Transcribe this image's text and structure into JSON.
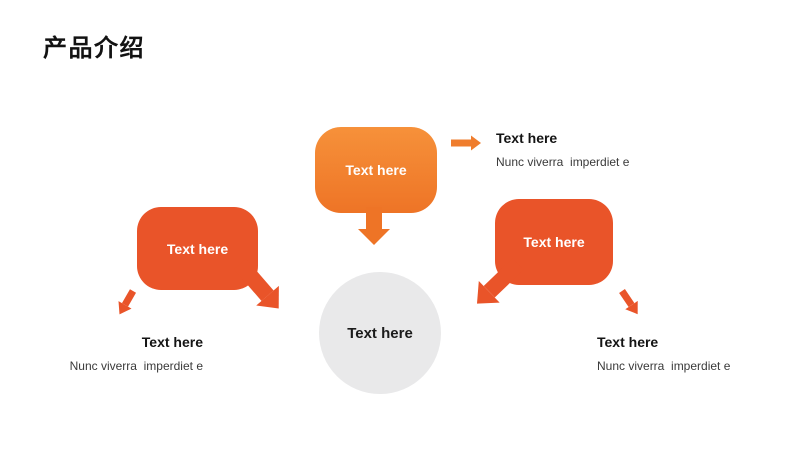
{
  "title": "产品介绍",
  "colors": {
    "orange": "#F0812F",
    "orange_gradient_top": "#F6913A",
    "orange_gradient_bottom": "#EE7426",
    "red_orange": "#E95429",
    "circle_fill": "#E9E9EA",
    "title_text": "#121212",
    "heading_text": "#141414",
    "body_text": "#3A3A3A",
    "bubble_text": "#FFFFFF"
  },
  "diagram": {
    "top_bubble": {
      "label": "Text here"
    },
    "left_bubble": {
      "label": "Text here"
    },
    "right_bubble": {
      "label": "Text here"
    },
    "center_circle": {
      "label": "Text here"
    },
    "callout_top_right": {
      "heading": "Text here",
      "body": "Nunc viverra  imperdiet e"
    },
    "callout_bottom_left": {
      "heading": "Text here",
      "body": "Nunc viverra  imperdiet e"
    },
    "callout_bottom_right": {
      "heading": "Text here",
      "body": "Nunc viverra  imperdiet e"
    }
  },
  "icons": {
    "top_bubble_pointer": "down-arrow",
    "top_right_connector": "right-arrow",
    "left_bubble_pointer": "down-right-arrow",
    "left_connector": "down-left-arrow",
    "right_bubble_pointer": "down-left-arrow",
    "right_connector": "down-right-arrow"
  }
}
